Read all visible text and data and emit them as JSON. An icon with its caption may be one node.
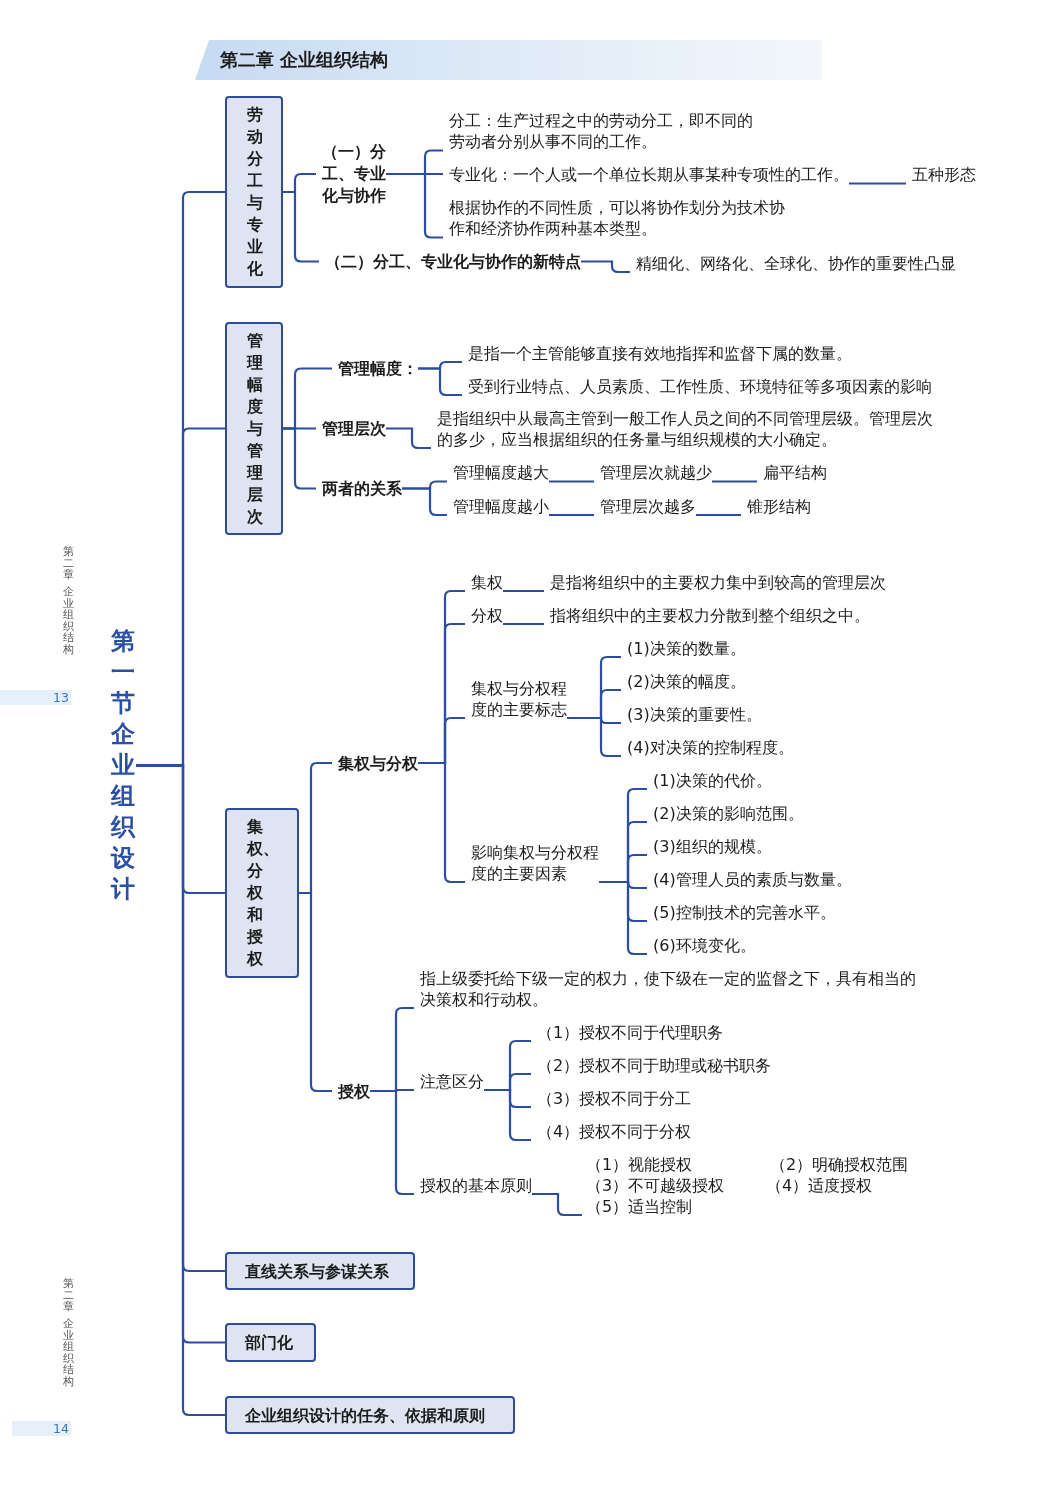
{
  "diagram": {
    "title": "第二章 企业组织结构",
    "nodes": [
      {
        "text": [
          "第一节企业组织设计"
        ]
      },
      {
        "text": [
          "劳动分工与专业化"
        ]
      },
      {
        "text": [
          "（一）分工、专业化与协作"
        ]
      },
      {
        "text": [
          "分工：生产过程之中的劳动分工，即不同的劳动者分别从事不同的工作。"
        ]
      },
      {
        "text": [
          "专业化：一个人或一个单位长期从事某种专项性的工作。"
        ]
      },
      {
        "text": [
          "五种形态"
        ]
      },
      {
        "text": [
          "根据协作的不同性质，可以将协作划分为技术协作和经济协作两种基本类型。"
        ]
      },
      {
        "text": [
          "（二）分工、专业化与协作的新特点"
        ]
      },
      {
        "text": [
          "精细化、网络化、全球化、协作的重要性凸显"
        ]
      },
      {
        "text": [
          "管理幅度与管理层次"
        ]
      },
      {
        "text": [
          "管理幅度："
        ]
      },
      {
        "text": [
          "是指一个主管能够直接有效地指挥和监督下属的数量。"
        ]
      },
      {
        "text": [
          "受到行业特点、人员素质、工作性质、环境特征等多项因素的影响"
        ]
      },
      {
        "text": [
          "管理层次"
        ]
      },
      {
        "text": [
          "是指组织中从最高主管到一般工作人员之间的不同管理层级。管理层次的多少，应当根据组织的任务量与组织规模的大小确定。"
        ]
      },
      {
        "text": [
          "两者的关系"
        ]
      },
      {
        "text": [
          "管理幅度越大"
        ]
      },
      {
        "text": [
          "管理层次就越少"
        ]
      },
      {
        "text": [
          "扁平结构"
        ]
      },
      {
        "text": [
          "管理幅度越小"
        ]
      },
      {
        "text": [
          "管理层次越多"
        ]
      },
      {
        "text": [
          "锥形结构"
        ]
      },
      {
        "text": [
          "集权、分权和授权"
        ]
      },
      {
        "text": [
          "集权与分权"
        ]
      },
      {
        "text": [
          "集权"
        ]
      },
      {
        "text": [
          "是指将组织中的主要权力集中到较高的管理层次"
        ]
      },
      {
        "text": [
          "分权"
        ]
      },
      {
        "text": [
          "指将组织中的主要权力分散到整个组织之中。"
        ]
      },
      {
        "text": [
          "集权与分权程度的主要标志"
        ]
      },
      {
        "text": [
          "(1)决策的数量。"
        ]
      },
      {
        "text": [
          "(2)决策的幅度。"
        ]
      },
      {
        "text": [
          "(3)决策的重要性。"
        ]
      },
      {
        "text": [
          "(4)对决策的控制程度。"
        ]
      },
      {
        "text": [
          "影响集权与分权程度的主要因素"
        ]
      },
      {
        "text": [
          "(1)决策的代价。"
        ]
      },
      {
        "text": [
          "(2)决策的影响范围。"
        ]
      },
      {
        "text": [
          "(3)组织的规模。"
        ]
      },
      {
        "text": [
          "(4)管理人员的素质与数量。"
        ]
      },
      {
        "text": [
          "(5)控制技术的完善水平。"
        ]
      },
      {
        "text": [
          "(6)环境变化。"
        ]
      },
      {
        "text": [
          "授权"
        ]
      },
      {
        "text": [
          "指上级委托给下级一定的权力，使下级在一定的监督之下，具有相当的决策权和行动权。"
        ]
      },
      {
        "text": [
          "注意区分"
        ]
      },
      {
        "text": [
          "（1）授权不同于代理职务"
        ]
      },
      {
        "text": [
          "（2）授权不同于助理或秘书职务"
        ]
      },
      {
        "text": [
          "（3）授权不同于分工"
        ]
      },
      {
        "text": [
          "（4）授权不同于分权"
        ]
      },
      {
        "text": [
          "授权的基本原则"
        ]
      },
      {
        "text": [
          "（1）视能授权",
          "（2）明确授权范围",
          "（3）不可越级授权",
          "（4）适度授权",
          "（5）适当控制"
        ]
      },
      {
        "text": [
          "直线关系与参谋关系"
        ]
      },
      {
        "text": [
          "部门化"
        ]
      },
      {
        "text": [
          "企业组织设计的任务、依据和原则"
        ]
      }
    ],
    "edges": [
      {
        "from": 0,
        "to": 1,
        "arrow": "none"
      },
      {
        "from": 0,
        "to": 9,
        "arrow": "none"
      },
      {
        "from": 0,
        "to": 22,
        "arrow": "none"
      },
      {
        "from": 0,
        "to": 49,
        "arrow": "none"
      },
      {
        "from": 0,
        "to": 50,
        "arrow": "none"
      },
      {
        "from": 0,
        "to": 51,
        "arrow": "none"
      },
      {
        "from": 1,
        "to": 2,
        "arrow": "none"
      },
      {
        "from": 1,
        "to": 7,
        "arrow": "none"
      },
      {
        "from": 2,
        "to": 3,
        "arrow": "none"
      },
      {
        "from": 2,
        "to": 4,
        "arrow": "none"
      },
      {
        "from": 2,
        "to": 6,
        "arrow": "none"
      },
      {
        "from": 4,
        "to": 5,
        "arrow": "none"
      },
      {
        "from": 7,
        "to": 8,
        "arrow": "none"
      },
      {
        "from": 9,
        "to": 10,
        "arrow": "none"
      },
      {
        "from": 9,
        "to": 13,
        "arrow": "none"
      },
      {
        "from": 9,
        "to": 15,
        "arrow": "none"
      },
      {
        "from": 10,
        "to": 11,
        "arrow": "none"
      },
      {
        "from": 10,
        "to": 12,
        "arrow": "none"
      },
      {
        "from": 13,
        "to": 14,
        "arrow": "none"
      },
      {
        "from": 15,
        "to": 16,
        "arrow": "none"
      },
      {
        "from": 15,
        "to": 19,
        "arrow": "none"
      },
      {
        "from": 16,
        "to": 17,
        "arrow": "none"
      },
      {
        "from": 17,
        "to": 18,
        "arrow": "none"
      },
      {
        "from": 19,
        "to": 20,
        "arrow": "none"
      },
      {
        "from": 20,
        "to": 21,
        "arrow": "none"
      },
      {
        "from": 22,
        "to": 23,
        "arrow": "none"
      },
      {
        "from": 22,
        "to": 40,
        "arrow": "none"
      },
      {
        "from": 23,
        "to": 24,
        "arrow": "none"
      },
      {
        "from": 23,
        "to": 26,
        "arrow": "none"
      },
      {
        "from": 23,
        "to": 28,
        "arrow": "none"
      },
      {
        "from": 23,
        "to": 33,
        "arrow": "none"
      },
      {
        "from": 24,
        "to": 25,
        "arrow": "none"
      },
      {
        "from": 26,
        "to": 27,
        "arrow": "none"
      },
      {
        "from": 28,
        "to": 29,
        "arrow": "none"
      },
      {
        "from": 28,
        "to": 30,
        "arrow": "none"
      },
      {
        "from": 28,
        "to": 31,
        "arrow": "none"
      },
      {
        "from": 28,
        "to": 32,
        "arrow": "none"
      },
      {
        "from": 33,
        "to": 34,
        "arrow": "none"
      },
      {
        "from": 33,
        "to": 35,
        "arrow": "none"
      },
      {
        "from": 33,
        "to": 36,
        "arrow": "none"
      },
      {
        "from": 33,
        "to": 37,
        "arrow": "none"
      },
      {
        "from": 33,
        "to": 38,
        "arrow": "none"
      },
      {
        "from": 33,
        "to": 39,
        "arrow": "none"
      },
      {
        "from": 40,
        "to": 41,
        "arrow": "none"
      },
      {
        "from": 40,
        "to": 42,
        "arrow": "none"
      },
      {
        "from": 40,
        "to": 47,
        "arrow": "none"
      },
      {
        "from": 42,
        "to": 43,
        "arrow": "none"
      },
      {
        "from": 42,
        "to": 44,
        "arrow": "none"
      },
      {
        "from": 42,
        "to": 45,
        "arrow": "none"
      },
      {
        "from": 42,
        "to": 46,
        "arrow": "none"
      },
      {
        "from": 47,
        "to": 48,
        "arrow": "none"
      }
    ],
    "labels": [
      "第二章",
      "企业组织结构",
      "13",
      "第二章",
      "企业组织结构",
      "14"
    ]
  }
}
